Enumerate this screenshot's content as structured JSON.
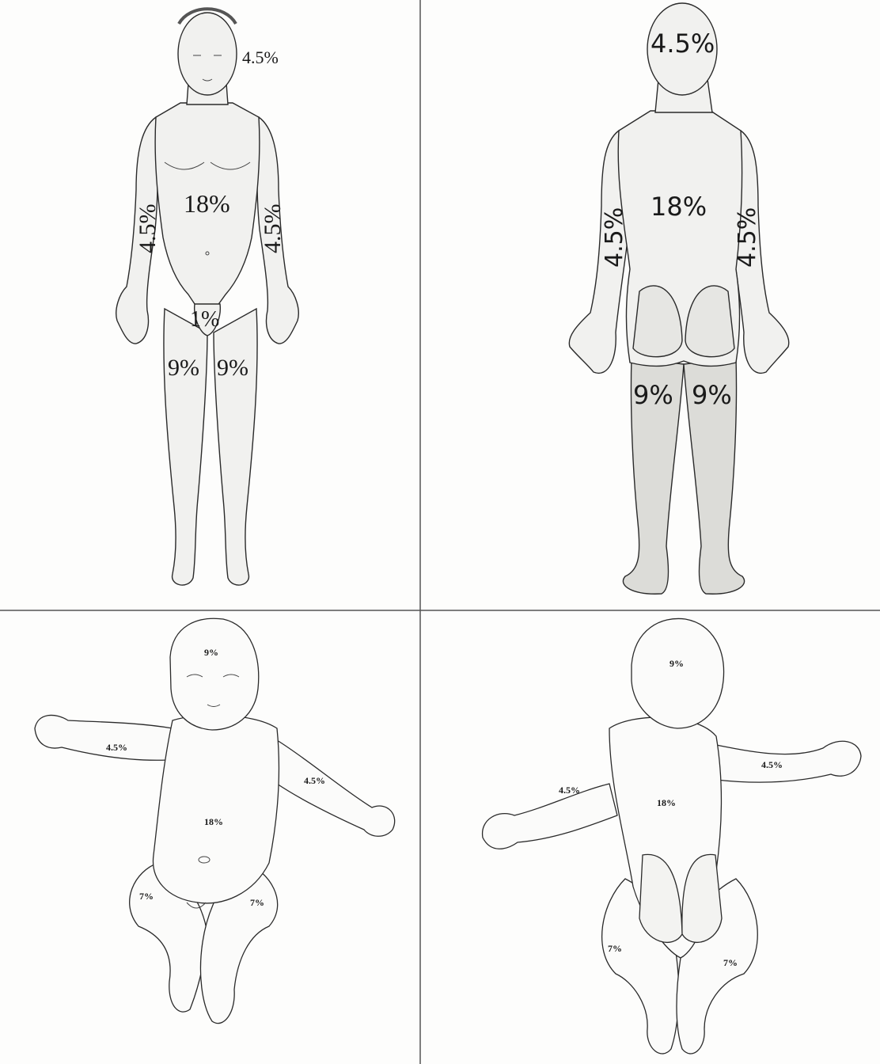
{
  "figures": {
    "adult_front": {
      "head": "4.5%",
      "trunk": "18%",
      "right_arm": "4.5%",
      "left_arm": "4.5%",
      "genitals": "1%",
      "right_leg": "9%",
      "left_leg": "9%"
    },
    "adult_back": {
      "head": "4.5%",
      "trunk": "18%",
      "left_arm": "4.5%",
      "right_arm": "4.5%",
      "left_leg": "9%",
      "right_leg": "9%"
    },
    "infant_front": {
      "head": "9%",
      "right_arm": "4.5%",
      "left_arm": "4.5%",
      "trunk": "18%",
      "right_leg": "7%",
      "left_leg": "7%"
    },
    "infant_back": {
      "head": "9%",
      "left_arm": "4.5%",
      "right_arm": "4.5%",
      "trunk": "18%",
      "left_leg": "7%",
      "right_leg": "7%"
    }
  },
  "colors": {
    "divider": "#555555",
    "outline": "#2a2a2a",
    "skin": "#f1f1ef",
    "shade": "#cfcfcb"
  }
}
